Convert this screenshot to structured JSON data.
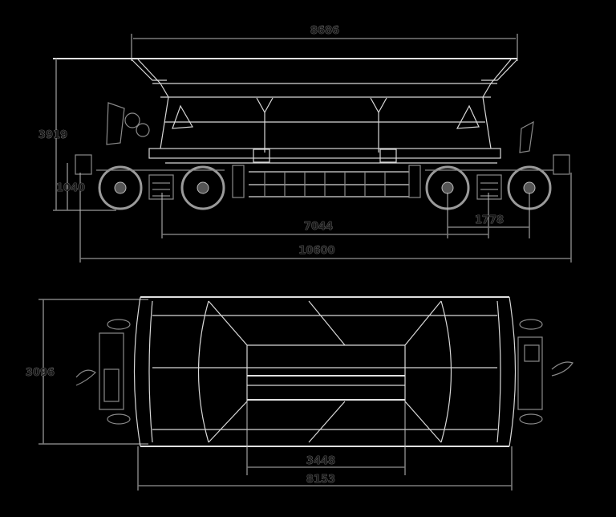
{
  "drawing": {
    "subject": "hopper railcar technical drawing",
    "background": "#000000",
    "line_color": "#d8d8d8",
    "side_view": {
      "dimensions": {
        "top_width": "8686",
        "height": "3919",
        "coupler_height": "1040",
        "bogie_centers": "7044",
        "overall_length": "10600",
        "bogie_wheelbase": "1778"
      }
    },
    "plan_view": {
      "dimensions": {
        "width": "3096",
        "inner_opening": "3448",
        "body_length": "8153"
      }
    }
  }
}
